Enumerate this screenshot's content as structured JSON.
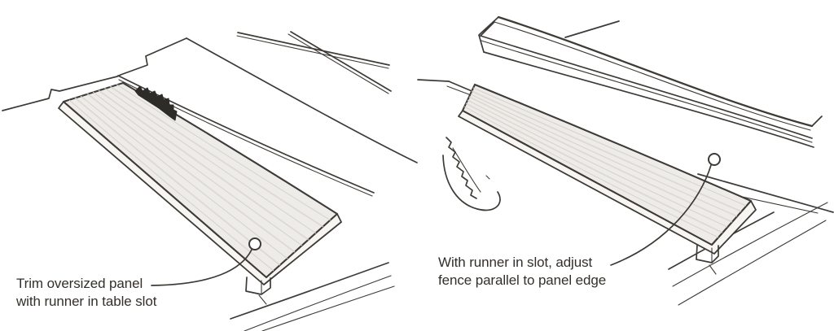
{
  "figure": {
    "colors": {
      "background": "#ffffff",
      "ink": "#3e3b37",
      "panel_fill": "#edece8",
      "band_fill": "#f7f6f3",
      "panel_grain": "#d5d2ca",
      "blade_fill": "#2e2c29",
      "text": "#332f2a"
    },
    "left": {
      "caption_line1": "Trim oversized panel",
      "caption_line2": "with runner in table slot"
    },
    "right": {
      "caption_line1": "With runner in slot, adjust",
      "caption_line2": "fence parallel to panel edge"
    }
  }
}
